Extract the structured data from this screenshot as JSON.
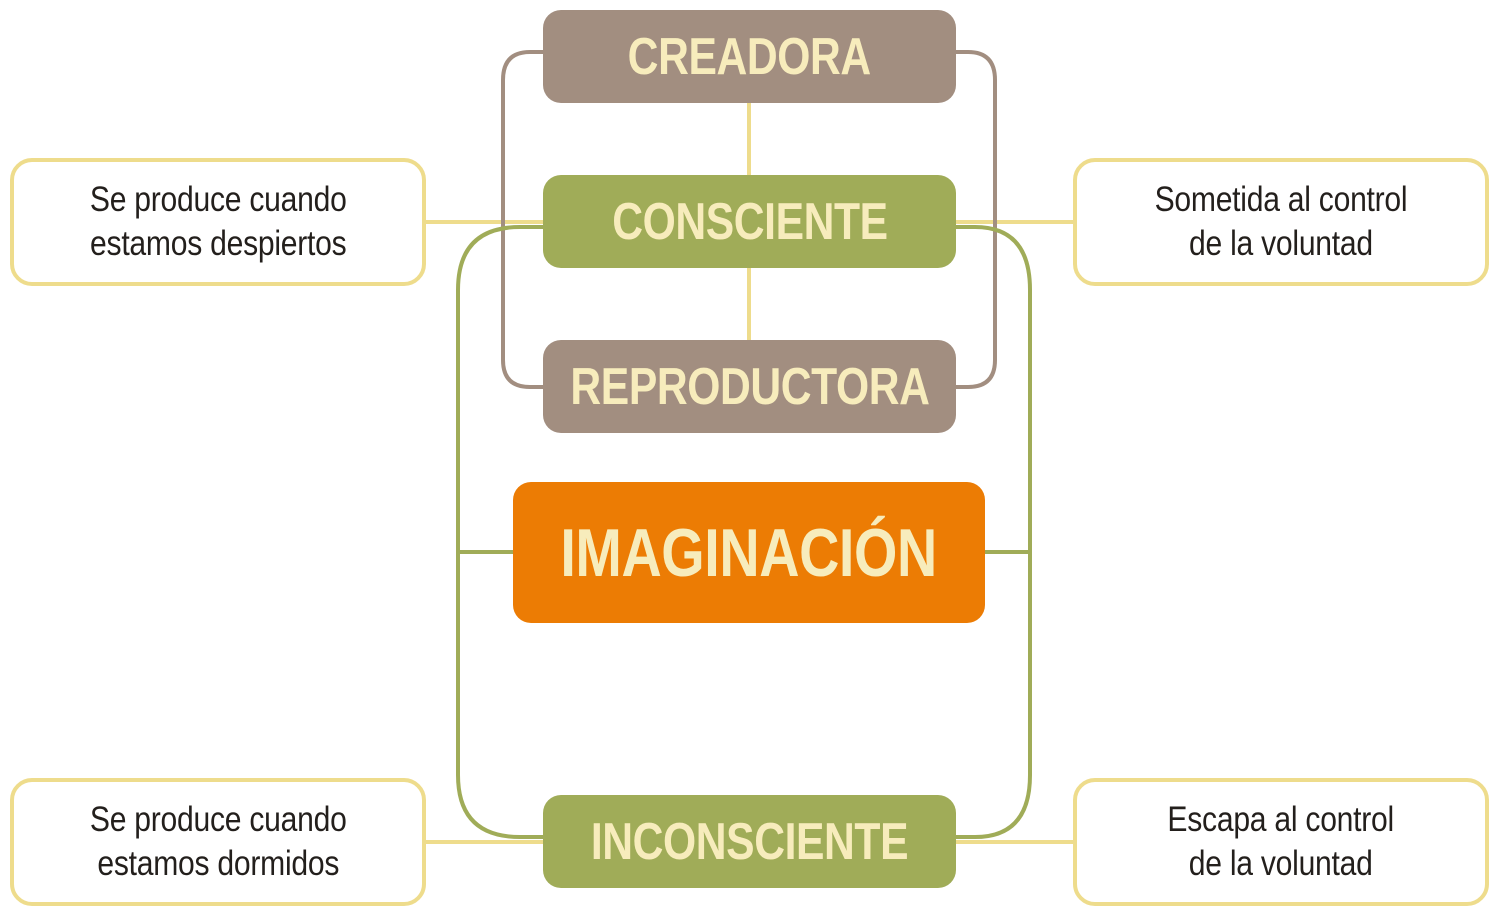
{
  "diagram": {
    "center": "IMAGINACIÓN",
    "types": {
      "creadora": "CREADORA",
      "consciente": "CONSCIENTE",
      "reproductora": "REPRODUCTORA",
      "inconsciente": "INCONSCIENTE"
    },
    "notes": {
      "consciente_left": "Se produce cuando\nestamos despiertos",
      "consciente_right": "Sometida al control\nde la voluntad",
      "inconsciente_left": "Se produce cuando\nestamos dormidos",
      "inconsciente_right": "Escapa al control\nde la voluntad"
    },
    "colors": {
      "brown": "#a28e80",
      "green": "#a0ac58",
      "orange": "#ec7c04",
      "cream_text": "#f7ecbc",
      "note_border": "#eedc8c",
      "note_text": "#231f1c"
    }
  }
}
